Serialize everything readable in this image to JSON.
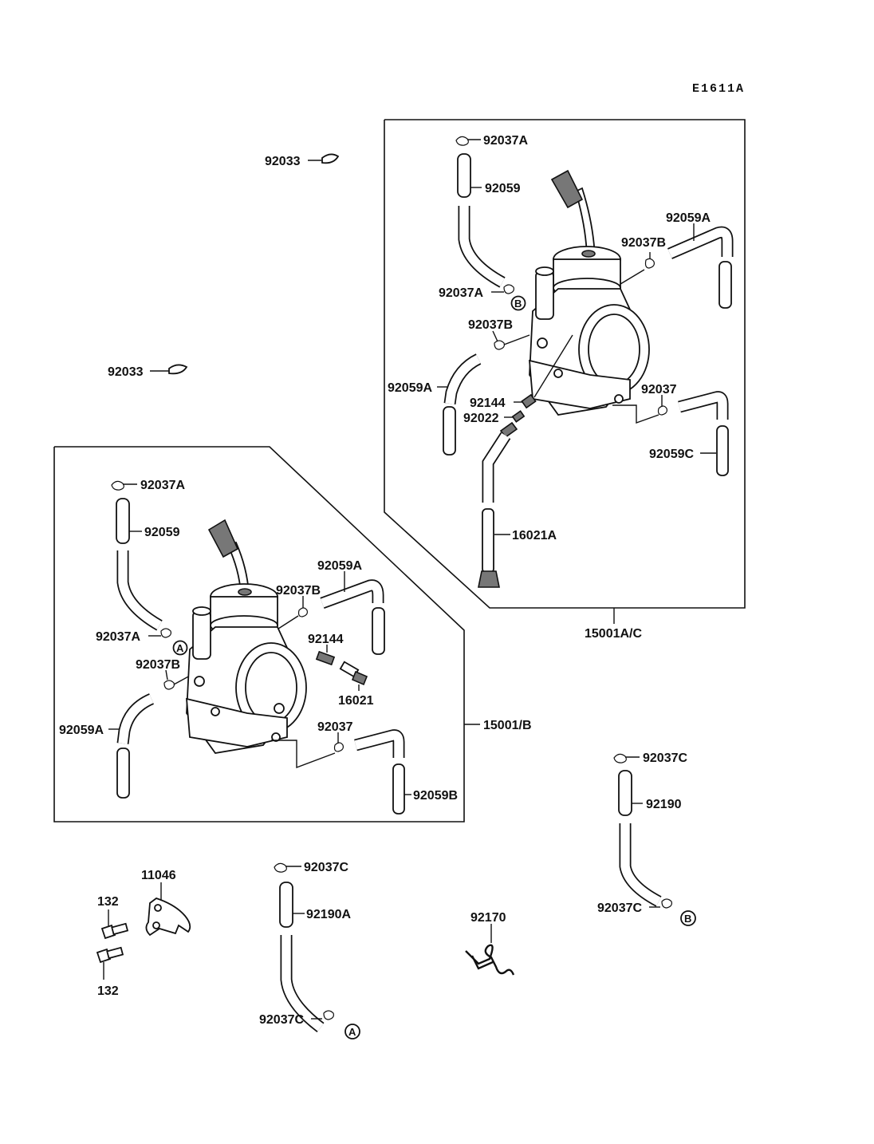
{
  "diagram_code": "E1611A",
  "assemblies": {
    "upper": "15001A/C",
    "lower": "15001/B"
  },
  "ref_markers": {
    "a": "A",
    "b": "B"
  },
  "labels": {
    "clip_92033_top": "92033",
    "clip_92033_mid": "92033",
    "u_92037A_top": "92037A",
    "u_92059": "92059",
    "u_92059A_right": "92059A",
    "u_92037B_right": "92037B",
    "u_92037A_left": "92037A",
    "u_92037B_left": "92037B",
    "u_92059A_left": "92059A",
    "u_92144": "92144",
    "u_92022": "92022",
    "u_92037": "92037",
    "u_92059C": "92059C",
    "u_16021A": "16021A",
    "l_92037A_top": "92037A",
    "l_92059": "92059",
    "l_92059A_right": "92059A",
    "l_92037B_right": "92037B",
    "l_92037A_left": "92037A",
    "l_92144": "92144",
    "l_92037B_left": "92037B",
    "l_16021": "16021",
    "l_92059A_left": "92059A",
    "l_92037": "92037",
    "l_92059B": "92059B",
    "b_11046": "11046",
    "b_132_top": "132",
    "b_132_bot": "132",
    "b_92037C_top": "92037C",
    "b_92190A": "92190A",
    "b_92037C_bot": "92037C",
    "b_92170": "92170",
    "r_92037C_top": "92037C",
    "r_92190": "92190",
    "r_92037C_bot": "92037C"
  }
}
